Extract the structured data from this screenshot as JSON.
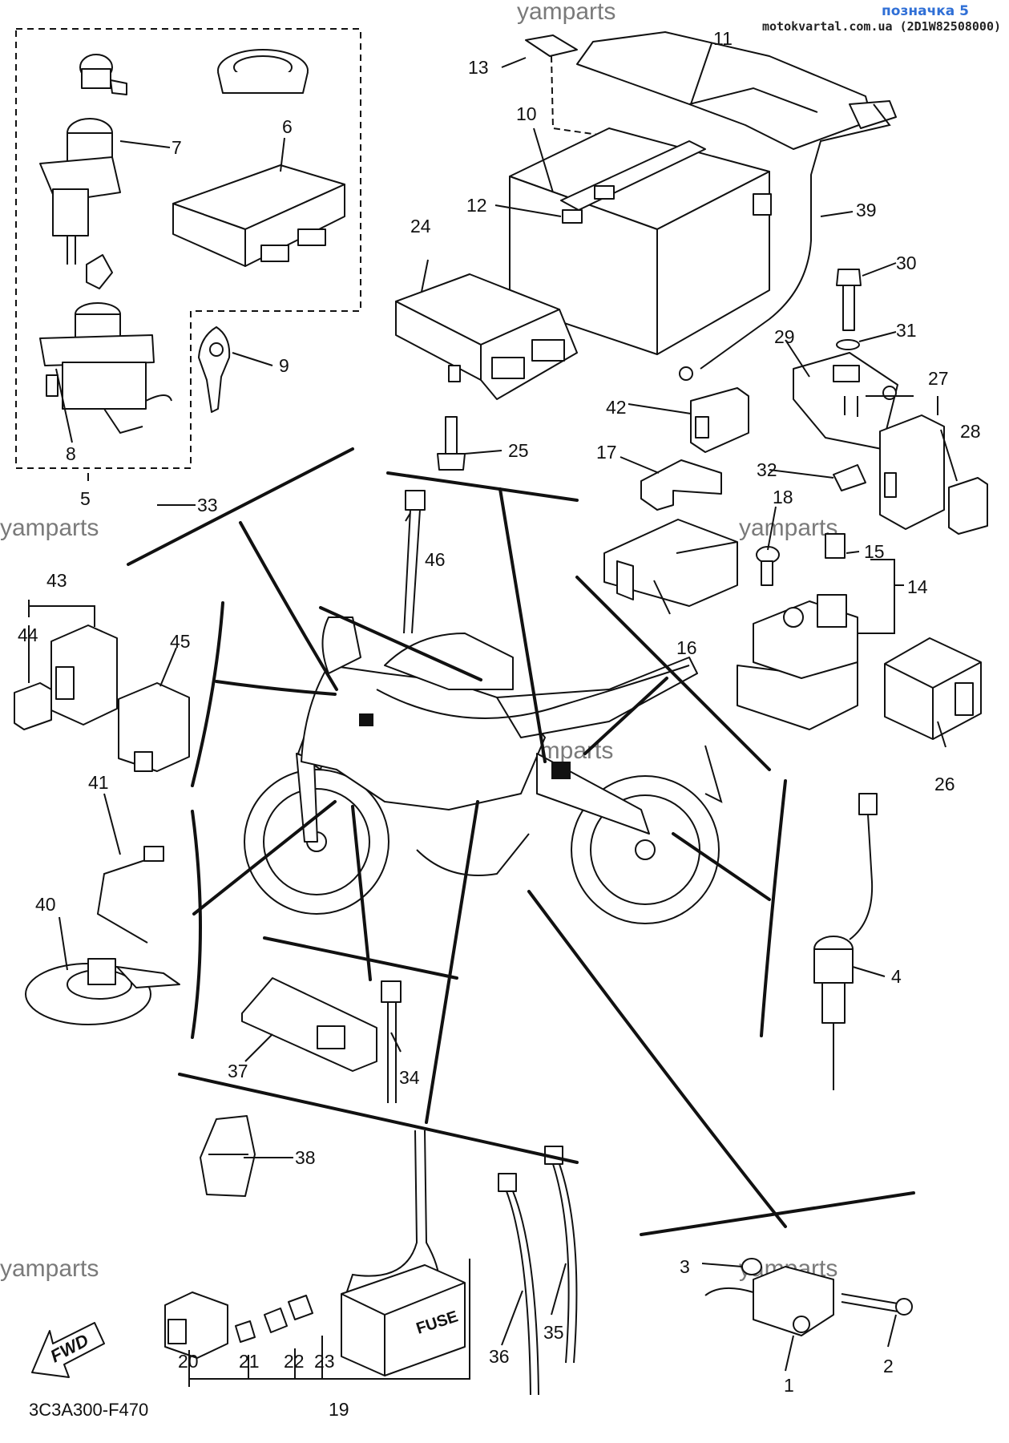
{
  "header": {
    "label": "позначка 5",
    "site": "motokvartal.com.ua (2D1W82508000)"
  },
  "watermark": "yamparts",
  "diagram_code": "3C3A300-F470",
  "fwd_label": "FWD",
  "fuse_label": "FUSE",
  "callouts": [
    "1",
    "2",
    "3",
    "4",
    "5",
    "6",
    "7",
    "8",
    "9",
    "10",
    "11",
    "12",
    "13",
    "14",
    "15",
    "16",
    "17",
    "18",
    "19",
    "20",
    "21",
    "22",
    "23",
    "24",
    "25",
    "26",
    "27",
    "28",
    "29",
    "30",
    "31",
    "32",
    "33",
    "34",
    "35",
    "36",
    "37",
    "38",
    "39",
    "40",
    "41",
    "42",
    "43",
    "44",
    "45",
    "46"
  ]
}
